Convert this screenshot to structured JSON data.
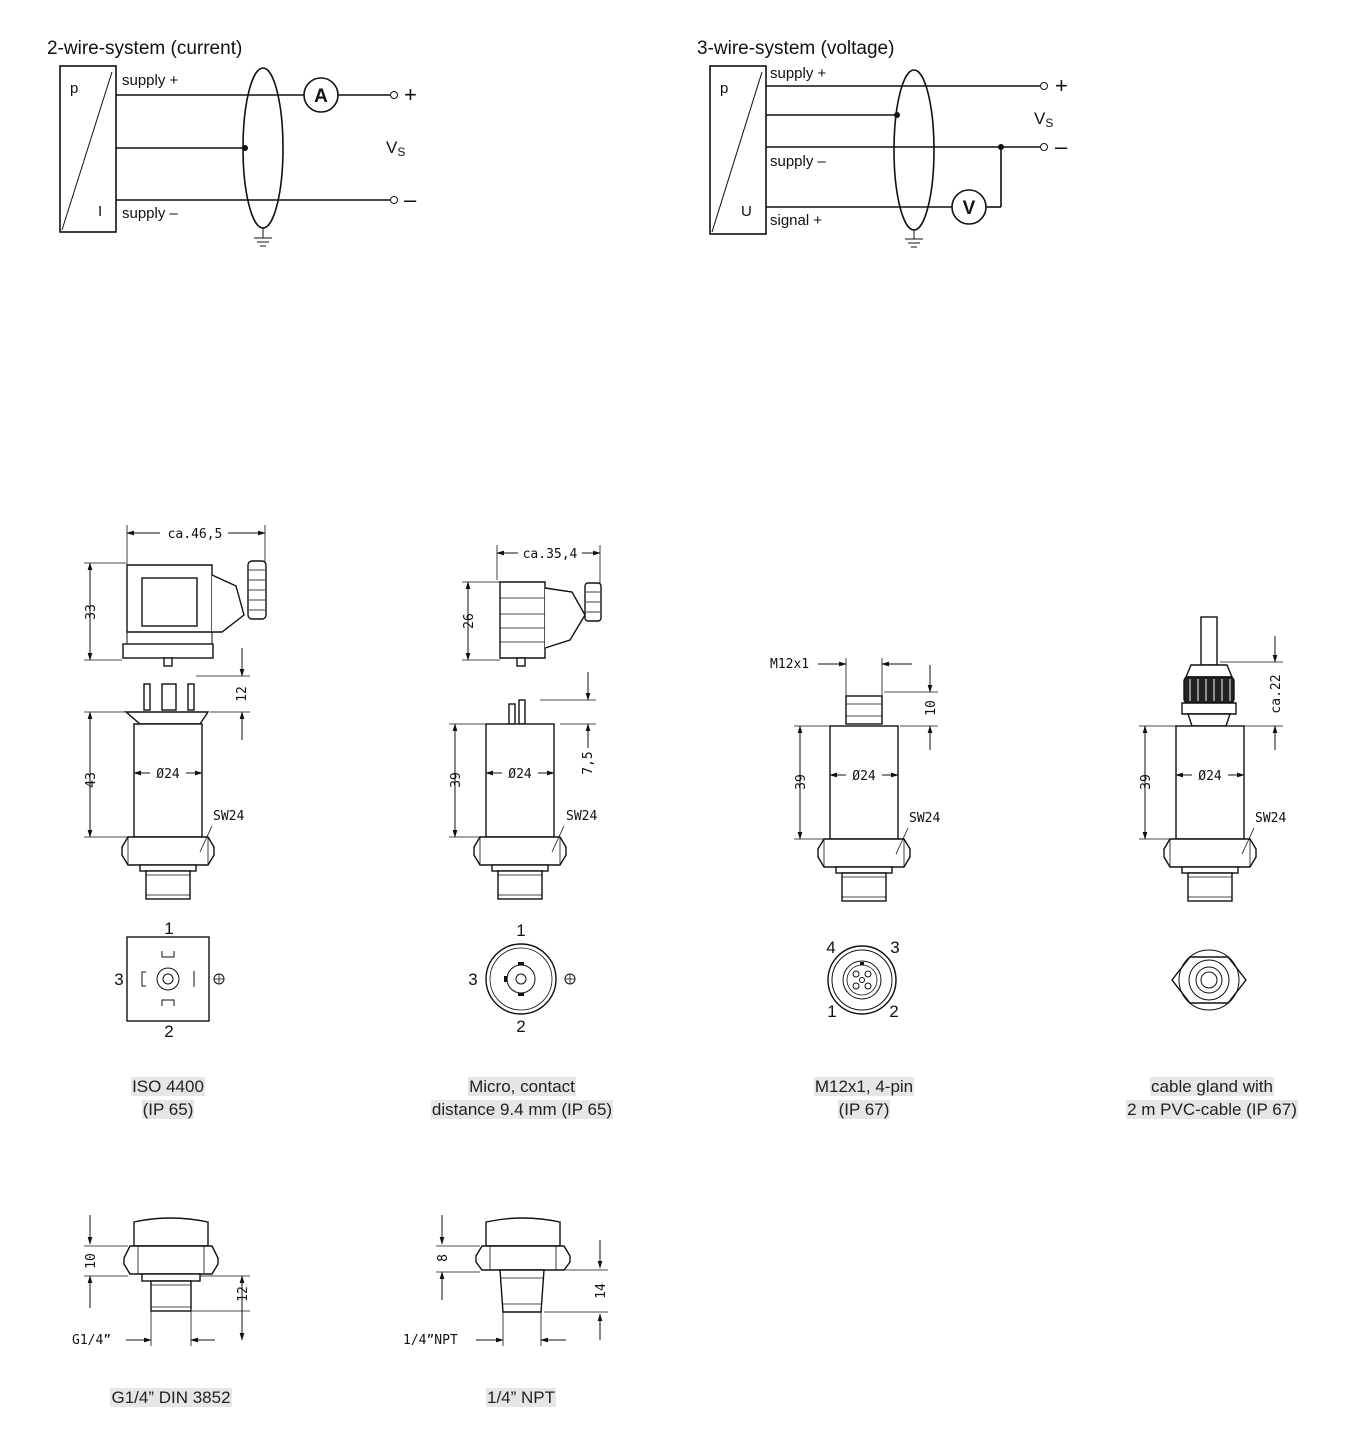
{
  "wiring": {
    "two_wire": {
      "title": "2-wire-system (current)",
      "supply_plus": "supply +",
      "supply_minus": "supply –",
      "p": "p",
      "out": "I",
      "meter": "A",
      "vs_main": "V",
      "vs_sub": "S",
      "plus": "+",
      "minus": "–"
    },
    "three_wire": {
      "title": "3-wire-system (voltage)",
      "supply_plus": "supply +",
      "supply_minus": "supply –",
      "signal_plus": "signal +",
      "p": "p",
      "out": "U",
      "meter": "V",
      "vs_main": "V",
      "vs_sub": "S",
      "plus": "+",
      "minus": "–"
    }
  },
  "connectors": {
    "iso4400": {
      "dims": {
        "width": "ca.46,5",
        "height": "33",
        "gap": "12",
        "body": "43",
        "diameter": "Ø24",
        "wrench": "SW24"
      },
      "pins": {
        "p1": "1",
        "p2": "2",
        "p3": "3"
      },
      "caption1": "ISO 4400",
      "caption2": "(IP 65)"
    },
    "micro": {
      "dims": {
        "width": "ca.35,4",
        "height": "26",
        "gap": "7,5",
        "body": "39",
        "diameter": "Ø24",
        "wrench": "SW24"
      },
      "pins": {
        "p1": "1",
        "p2": "2",
        "p3": "3"
      },
      "caption1": "Micro, contact",
      "caption2": "distance 9.4 mm (IP 65)"
    },
    "m12": {
      "dims": {
        "thread": "M12x1",
        "gap": "10",
        "body": "39",
        "diameter": "Ø24",
        "wrench": "SW24"
      },
      "pins": {
        "p1": "1",
        "p2": "2",
        "p3": "3",
        "p4": "4"
      },
      "caption1": "M12x1, 4-pin",
      "caption2": "(IP 67)"
    },
    "cable": {
      "dims": {
        "gland": "ca.22",
        "body": "39",
        "diameter": "Ø24",
        "wrench": "SW24"
      },
      "caption1": "cable gland with",
      "caption2": "2 m PVC-cable (IP 67)"
    }
  },
  "threads": {
    "g14": {
      "hex": "10",
      "thread_len": "12",
      "thread": "G1/4”",
      "caption": "G1/4” DIN 3852"
    },
    "npt": {
      "hex": "8",
      "thread_len": "14",
      "thread": "1/4”NPT",
      "caption": "1/4” NPT"
    }
  }
}
